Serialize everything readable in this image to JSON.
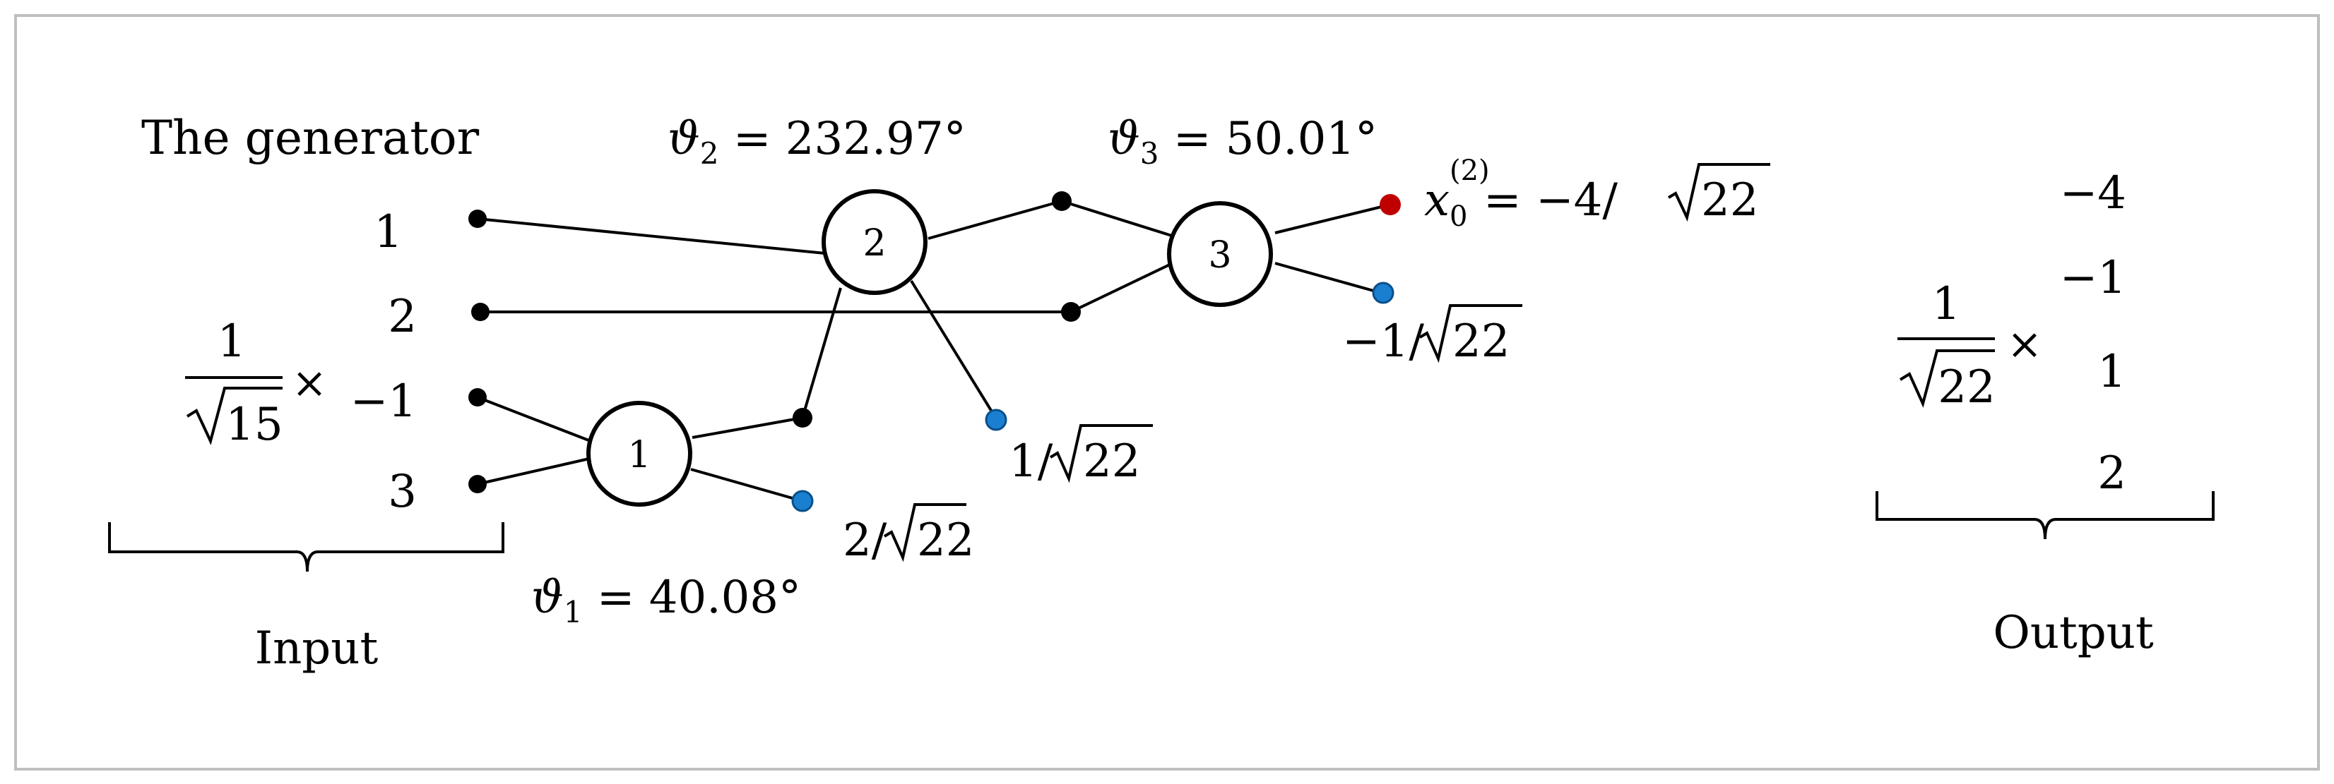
{
  "title": "The generator",
  "input": {
    "prefactor_numerator": "1",
    "prefactor_sqrt_arg": "15",
    "times": "×",
    "entries": [
      "1",
      "2",
      "−1",
      "3"
    ],
    "label": "Input"
  },
  "output": {
    "prefactor_numerator": "1",
    "prefactor_sqrt_arg": "22",
    "times": "×",
    "entries": [
      "−4",
      "−1",
      "1",
      "2"
    ],
    "label": "Output"
  },
  "nodes": [
    {
      "id": "1",
      "theta_symbol": "ϑ",
      "theta_sub": "1",
      "theta_value": " = 40.08°"
    },
    {
      "id": "2",
      "theta_symbol": "ϑ",
      "theta_sub": "2",
      "theta_value": " = 232.97°"
    },
    {
      "id": "3",
      "theta_symbol": "ϑ",
      "theta_sub": "3",
      "theta_value": " = 50.01°"
    }
  ],
  "outputs_labels": {
    "node1_out": {
      "num": "2/",
      "sqrt": "22"
    },
    "node2_out": {
      "num": "1/",
      "sqrt": "22"
    },
    "node3_out_low": {
      "num": "−1/",
      "sqrt": "22"
    },
    "node3_out_high": {
      "var": "x",
      "sub": "0",
      "sup": "(2)",
      "eq": " = −4/",
      "sqrt": "22"
    }
  },
  "colors": {
    "line": "#000000",
    "endpoint_black": "#000000",
    "endpoint_blue": "#1a7fd0",
    "endpoint_red": "#c00000",
    "frame": "#bfbfbf"
  }
}
